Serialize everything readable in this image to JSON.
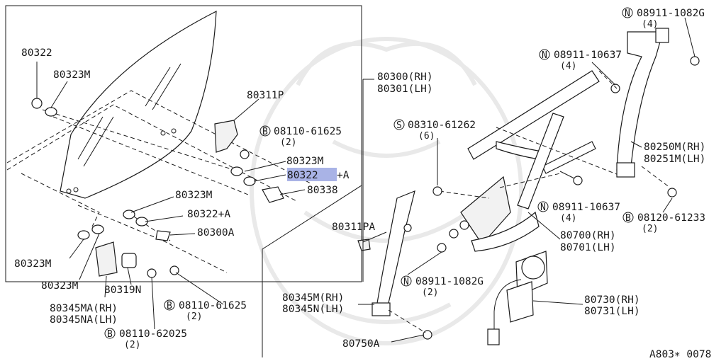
{
  "diagram": {
    "highlight_color": "#a9b3e6",
    "ink_color": "#1a1a1a",
    "labels": {
      "p80322": "80322",
      "p80323m_top": "80323M",
      "p80311p": "80311P",
      "b08110_61625_a": "08110-61625",
      "b08110_61625_a_qty": "(2)",
      "p80323m_mid": "80323M",
      "p80322a_highlight": "80322",
      "p80322a_suffix": "+A",
      "p80338": "80338",
      "p80323m_low": "80323M",
      "p80322a_low": "80322+A",
      "p80300a": "80300A",
      "p80323m_left1": "80323M",
      "p80323m_left2": "80323M",
      "p80319n": "80319N",
      "p80345ma": "80345MA(RH)",
      "p80345na": "80345NA(LH)",
      "b08110_61625_b": "08110-61625",
      "b08110_61625_b_qty": "(2)",
      "b08110_62025": "08110-62025",
      "b08110_62025_qty": "(2)",
      "p80300rh": "80300(RH)",
      "p80301lh": "80301(LH)",
      "n08911_1082g_top": "08911-1082G",
      "n08911_1082g_top_qty": "(4)",
      "n08911_10637_top": "08911-10637",
      "n08911_10637_top_qty": "(4)",
      "s08310_61262": "08310-61262",
      "s08310_61262_qty": "(6)",
      "p80250m": "80250M(RH)",
      "p80251m": "80251M(LH)",
      "n08911_10637_mid": "08911-10637",
      "n08911_10637_mid_qty": "(4)",
      "b08120_61233": "08120-61233",
      "b08120_61233_qty": "(2)",
      "p80311pa": "80311PA",
      "p80700": "80700(RH)",
      "p80701": "80701(LH)",
      "n08911_1082g_low": "08911-1082G",
      "n08911_1082g_low_qty": "(2)",
      "p80345m": "80345M(RH)",
      "p80345n": "80345N(LH)",
      "p80730": "80730(RH)",
      "p80731": "80731(LH)",
      "p80750a": "80750A",
      "figure_code": "A803∗ 0078"
    },
    "symbols": {
      "bolt": "B",
      "nut": "N",
      "screw": "S"
    }
  }
}
